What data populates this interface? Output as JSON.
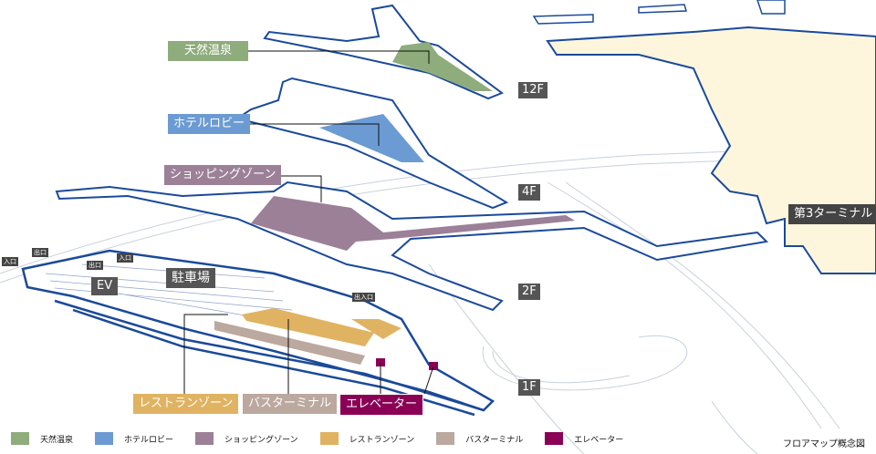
{
  "labels": {
    "onsen": "天然温泉",
    "hotel_lobby": "ホテルロビー",
    "shopping": "ショッピングゾーン",
    "restaurant": "レストランゾーン",
    "bus_terminal": "バスターミナル",
    "elevator": "エレベーター",
    "terminal3": "第3ターミナル",
    "parking": "駐車場",
    "ev": "EV"
  },
  "floors": [
    "12F",
    "4F",
    "2F",
    "1F"
  ],
  "small_signs": {
    "exit": "出口",
    "entrance": "入口",
    "exit_entrance": "出入口"
  },
  "legend": [
    {
      "label": "天然温泉",
      "color": "#8fac7c"
    },
    {
      "label": "ホテルロビー",
      "color": "#6b9bd2"
    },
    {
      "label": "ショッピングゾーン",
      "color": "#9b8097"
    },
    {
      "label": "レストランゾーン",
      "color": "#e0b362"
    },
    {
      "label": "バスターミナル",
      "color": "#bba89e"
    },
    {
      "label": "エレベーター",
      "color": "#8a0055"
    }
  ],
  "caption": "フロアマップ概念図"
}
